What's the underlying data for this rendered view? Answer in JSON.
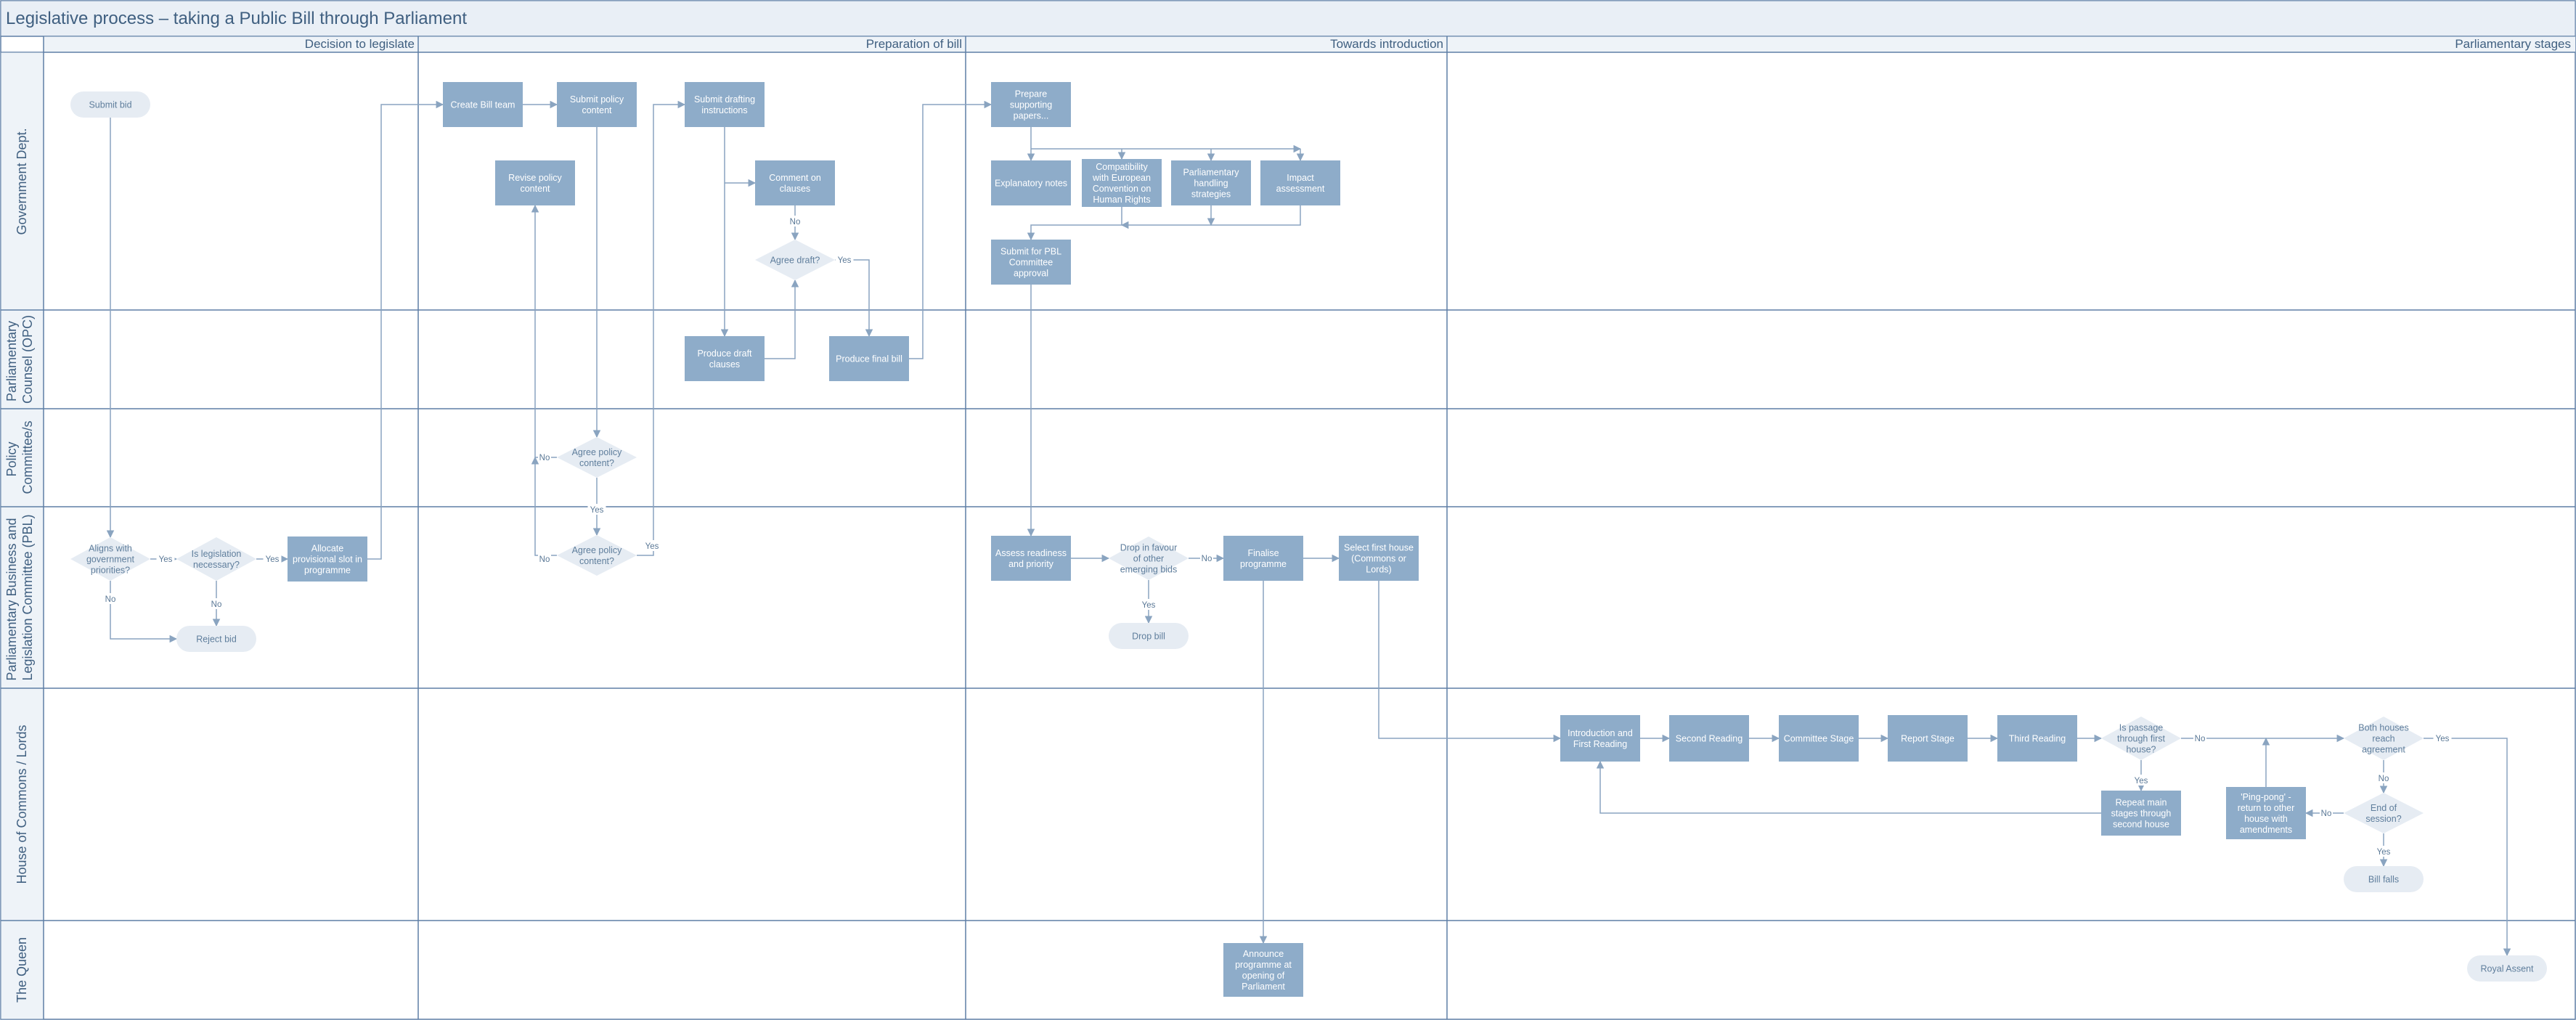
{
  "title": "Legislative process – taking a Public Bill through Parliament",
  "phases": [
    "Decision to legislate",
    "Preparation of bill",
    "Towards introduction",
    "Parliamentary stages"
  ],
  "lanes": [
    [
      "Government Dept."
    ],
    [
      "Parliamentary",
      "Counsel (OPC)"
    ],
    [
      "Policy",
      "Committee/s"
    ],
    [
      "Parliamentary Business and",
      "Legislation Committee (PBL)"
    ],
    [
      "House of Commons / Lords"
    ],
    [
      "The Queen"
    ]
  ],
  "nodes": {
    "submit_bid": [
      "Submit bid"
    ],
    "aligns": [
      "Aligns with",
      "government",
      "priorities?"
    ],
    "is_legislation": [
      "Is legislation",
      "necessary?"
    ],
    "allocate": [
      "Allocate",
      "provisional slot in",
      "programme"
    ],
    "reject_bid": [
      "Reject bid"
    ],
    "create_team": [
      "Create Bill team"
    ],
    "submit_policy": [
      "Submit policy",
      "content"
    ],
    "revise_policy": [
      "Revise policy",
      "content"
    ],
    "submit_drafting": [
      "Submit drafting",
      "instructions"
    ],
    "comment_clauses": [
      "Comment on",
      "clauses"
    ],
    "agree_draft": [
      "Agree draft?"
    ],
    "produce_draft": [
      "Produce draft",
      "clauses"
    ],
    "produce_final": [
      "Produce final bill"
    ],
    "agree_policy_pc": [
      "Agree policy",
      "content?"
    ],
    "agree_policy_pbl": [
      "Agree policy",
      "content?"
    ],
    "prepare_papers": [
      "Prepare",
      "supporting",
      "papers..."
    ],
    "explanatory": [
      "Explanatory notes"
    ],
    "echr": [
      "Compatibility",
      "with European",
      "Convention on",
      "Human Rights"
    ],
    "handling": [
      "Parliamentary",
      "handling",
      "strategies"
    ],
    "impact": [
      "Impact",
      "assessment"
    ],
    "submit_pbl": [
      "Submit for PBL",
      "Committee",
      "approval"
    ],
    "assess": [
      "Assess readiness",
      "and priority"
    ],
    "drop_favour": [
      "Drop in favour",
      "of other",
      "emerging bids"
    ],
    "drop_bill": [
      "Drop bill"
    ],
    "finalise": [
      "Finalise",
      "programme"
    ],
    "select_house": [
      "Select first house",
      "(Commons or",
      "Lords)"
    ],
    "announce": [
      "Announce",
      "programme at",
      "opening of",
      "Parliament"
    ],
    "intro_first": [
      "Introduction and",
      "First Reading"
    ],
    "second_reading": [
      "Second Reading"
    ],
    "committee_stage": [
      "Committee Stage"
    ],
    "report_stage": [
      "Report Stage"
    ],
    "third_reading": [
      "Third Reading"
    ],
    "passage": [
      "Is passage",
      "through first",
      "house?"
    ],
    "repeat_stages": [
      "Repeat main",
      "stages through",
      "second house"
    ],
    "both_houses": [
      "Both houses",
      "reach",
      "agreement"
    ],
    "end_session": [
      "End of",
      "session?"
    ],
    "ping_pong": [
      "'Ping-pong' -",
      "return to other",
      "house with",
      "amendments"
    ],
    "bill_falls": [
      "Bill falls"
    ],
    "royal_assent": [
      "Royal Assent"
    ]
  },
  "edge_labels": {
    "yes": "Yes",
    "no": "No"
  },
  "colors": {
    "border": "#5f7fa5",
    "process_fill": "#8eacc9",
    "terminal_fill": "#e6ecf3",
    "connector": "#8aa4c0",
    "text": "#3f5f80"
  }
}
